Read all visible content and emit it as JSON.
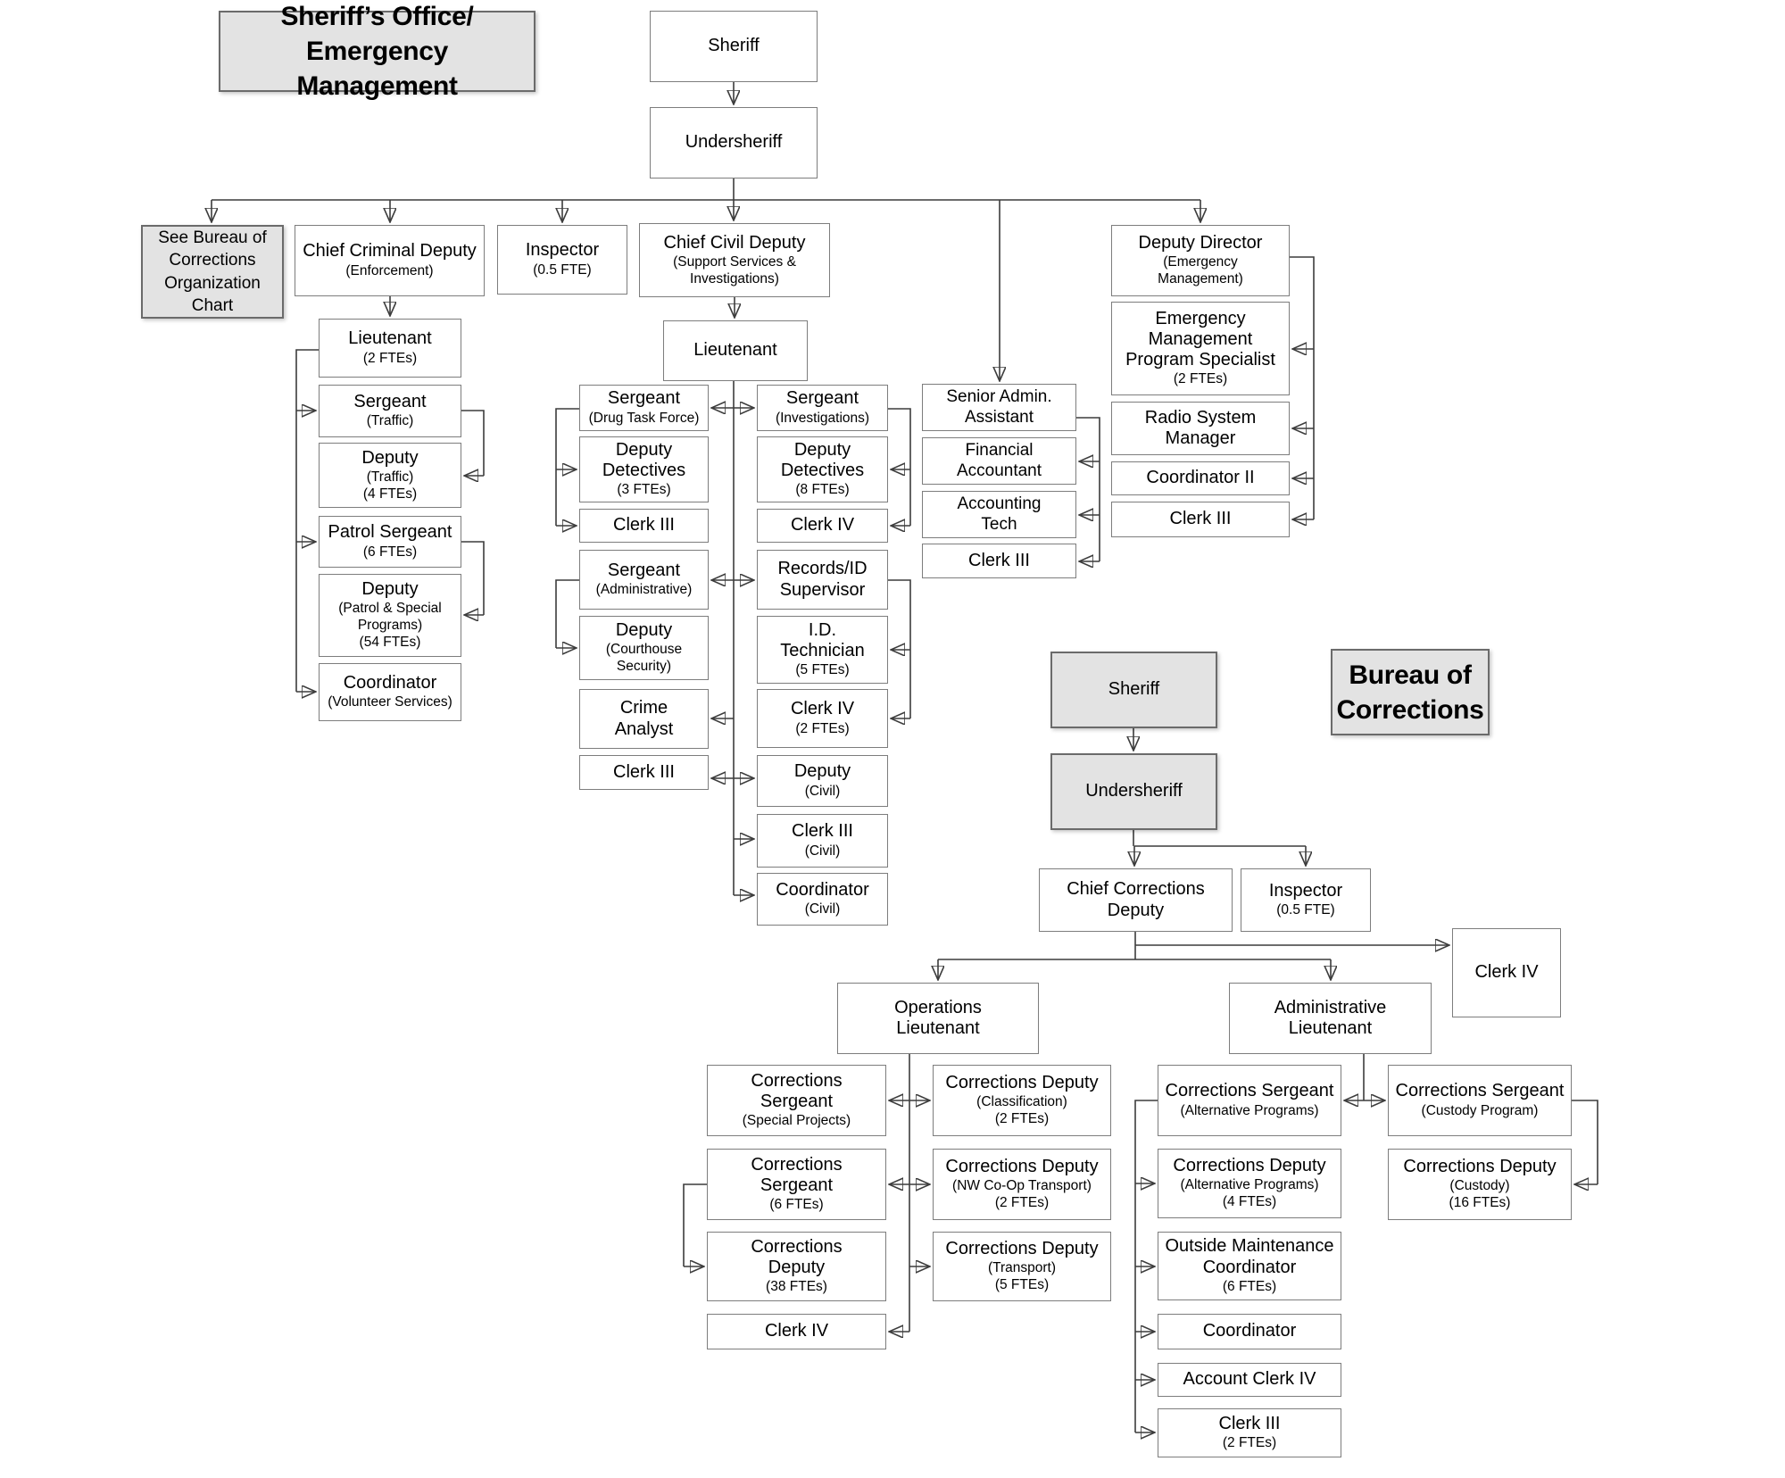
{
  "nodes": {
    "title_main": {
      "t": "Sheriff’s Office/\nEmergency Management"
    },
    "sheriff1": {
      "t": "Sheriff"
    },
    "undersheriff1": {
      "t": "Undersheriff"
    },
    "see_bureau": {
      "t": "See Bureau of\nCorrections\nOrganization\nChart"
    },
    "chief_criminal": {
      "t": "Chief Criminal Deputy",
      "s": "(Enforcement)"
    },
    "inspector1": {
      "t": "Inspector",
      "s": "(0.5 FTE)"
    },
    "chief_civil": {
      "t": "Chief Civil Deputy",
      "s": "(Support Services &\nInvestigations)"
    },
    "deputy_director": {
      "t": "Deputy Director",
      "s": "(Emergency\nManagement)"
    },
    "lieutenant_enf": {
      "t": "Lieutenant",
      "s": "(2 FTEs)"
    },
    "sgt_traffic": {
      "t": "Sergeant",
      "s": "(Traffic)"
    },
    "dep_traffic": {
      "t": "Deputy",
      "s": "(Traffic)\n(4 FTEs)"
    },
    "patrol_sgt": {
      "t": "Patrol Sergeant",
      "s": "(6 FTEs)"
    },
    "dep_patrol": {
      "t": "Deputy",
      "s": "(Patrol & Special\nPrograms)\n(54 FTEs)"
    },
    "coord_vol": {
      "t": "Coordinator",
      "s": "(Volunteer Services)"
    },
    "lieutenant_civ": {
      "t": "Lieutenant"
    },
    "sgt_dtf": {
      "t": "Sergeant",
      "s": "(Drug Task Force)"
    },
    "dep_det3": {
      "t": "Deputy\nDetectives",
      "s": "(3 FTEs)"
    },
    "clerk3_dtf": {
      "t": "Clerk III"
    },
    "sgt_admin": {
      "t": "Sergeant",
      "s": "(Administrative)"
    },
    "dep_court": {
      "t": "Deputy",
      "s": "(Courthouse\nSecurity)"
    },
    "crime_analyst": {
      "t": "Crime\nAnalyst"
    },
    "clerk3_adm": {
      "t": "Clerk III"
    },
    "sgt_inv": {
      "t": "Sergeant",
      "s": "(Investigations)"
    },
    "dep_det8": {
      "t": "Deputy\nDetectives",
      "s": "(8 FTEs)"
    },
    "clerk4_inv": {
      "t": "Clerk IV"
    },
    "records_id": {
      "t": "Records/ID\nSupervisor"
    },
    "id_tech": {
      "t": "I.D.\nTechnician",
      "s": "(5 FTEs)"
    },
    "clerk4_2": {
      "t": "Clerk IV",
      "s": "(2 FTEs)"
    },
    "dep_civil": {
      "t": "Deputy",
      "s": "(Civil)"
    },
    "clerk3_civil": {
      "t": "Clerk III",
      "s": "(Civil)"
    },
    "coord_civil": {
      "t": "Coordinator",
      "s": "(Civil)"
    },
    "senior_admin": {
      "t": "Senior Admin.\nAssistant"
    },
    "fin_acct": {
      "t": "Financial\nAccountant"
    },
    "acct_tech": {
      "t": "Accounting\nTech"
    },
    "clerk3_sa": {
      "t": "Clerk III"
    },
    "em_spec": {
      "t": "Emergency\nManagement\nProgram Specialist",
      "s": "(2 FTEs)"
    },
    "radio_mgr": {
      "t": "Radio System\nManager"
    },
    "coord_ii": {
      "t": "Coordinator II"
    },
    "clerk3_em": {
      "t": "Clerk III"
    },
    "sheriff2": {
      "t": "Sheriff"
    },
    "title_boc": {
      "t": "Bureau of\nCorrections"
    },
    "undersheriff2": {
      "t": "Undersheriff"
    },
    "chief_corr": {
      "t": "Chief Corrections\nDeputy"
    },
    "inspector2": {
      "t": "Inspector",
      "s": "(0.5 FTE)"
    },
    "clerk4_hq": {
      "t": "Clerk IV"
    },
    "ops_lieut": {
      "t": "Operations\nLieutenant"
    },
    "admin_lieut": {
      "t": "Administrative\nLieutenant"
    },
    "cs_special": {
      "t": "Corrections\nSergeant",
      "s": "(Special Projects)"
    },
    "cs_6": {
      "t": "Corrections\nSergeant",
      "s": "(6 FTEs)"
    },
    "cd_38": {
      "t": "Corrections\nDeputy",
      "s": "(38 FTEs)"
    },
    "clerk4_ops": {
      "t": "Clerk IV"
    },
    "cd_class": {
      "t": "Corrections Deputy",
      "s": "(Classification)\n(2 FTEs)"
    },
    "cd_nwcoop": {
      "t": "Corrections Deputy",
      "s": "(NW Co-Op Transport)\n(2 FTEs)"
    },
    "cd_transport": {
      "t": "Corrections Deputy",
      "s": "(Transport)\n(5 FTEs)"
    },
    "cs_alt": {
      "t": "Corrections Sergeant",
      "s": "(Alternative Programs)"
    },
    "cd_alt": {
      "t": "Corrections Deputy",
      "s": "(Alternative Programs)\n(4 FTEs)"
    },
    "out_maint": {
      "t": "Outside Maintenance\nCoordinator",
      "s": "(6 FTEs)"
    },
    "coord_admin": {
      "t": "Coordinator"
    },
    "acct_clerk4": {
      "t": "Account Clerk IV"
    },
    "clerk3_2fte": {
      "t": "Clerk III",
      "s": "(2 FTEs)"
    },
    "cs_custody": {
      "t": "Corrections Sergeant",
      "s": "(Custody Program)"
    },
    "cd_custody": {
      "t": "Corrections Deputy",
      "s": "(Custody)\n(16 FTEs)"
    }
  }
}
